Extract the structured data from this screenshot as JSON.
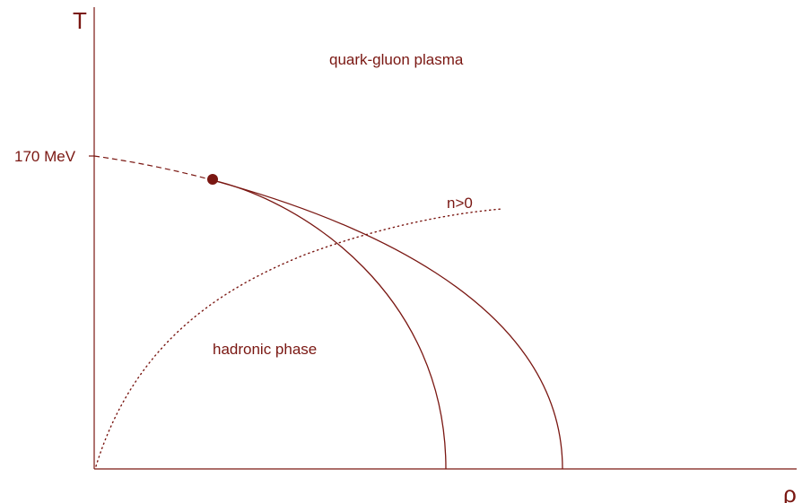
{
  "colors": {
    "ink": "#7a1712",
    "background": "#ffffff"
  },
  "axes": {
    "y_label": "T",
    "x_label": "ρ",
    "y_tick_label": "170 MeV"
  },
  "regions": {
    "upper_label": "quark-gluon plasma",
    "lower_label": "hadronic phase"
  },
  "curves": {
    "dotted_label": "n>0"
  }
}
